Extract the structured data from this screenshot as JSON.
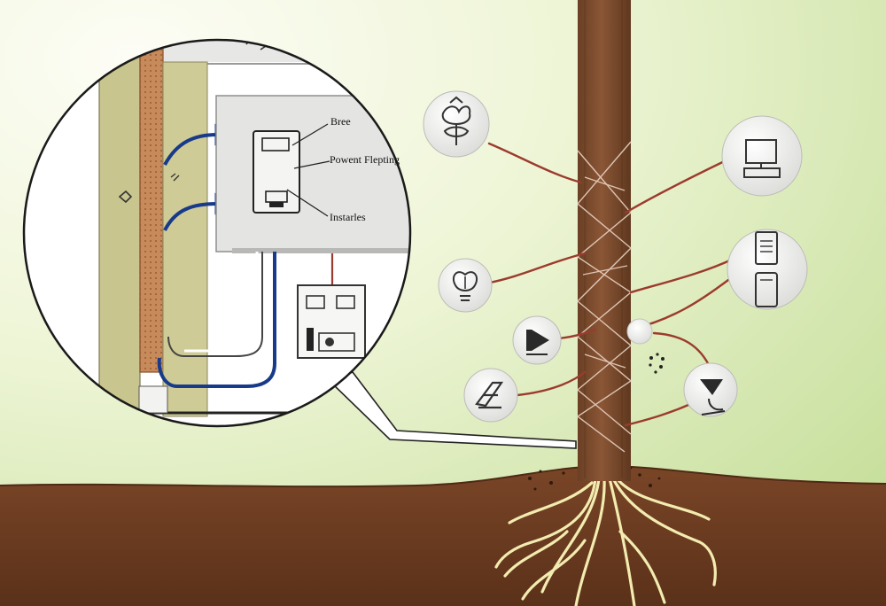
{
  "panel": {
    "labels": {
      "top": "Bree",
      "middle": "Powent Flepting",
      "bottom": "Instarles"
    }
  },
  "icons": {
    "left_column": [
      "tulip-icon",
      "lightbulb-plant-icon",
      "speaker-icon",
      "compass-tool-icon"
    ],
    "right_column": [
      "monitor-icon",
      "phone-stack-icon",
      "funnel-icon"
    ]
  },
  "colors": {
    "sky_light": "#fbfcf0",
    "sky_green": "#cfe3a6",
    "soil": "#6b3c20",
    "soil_dark": "#4e2a15",
    "trunk": "#7a4a2c",
    "branch_wire": "#9b3b2e",
    "duct": "#183a8a",
    "roots": "#f3ecb0"
  }
}
